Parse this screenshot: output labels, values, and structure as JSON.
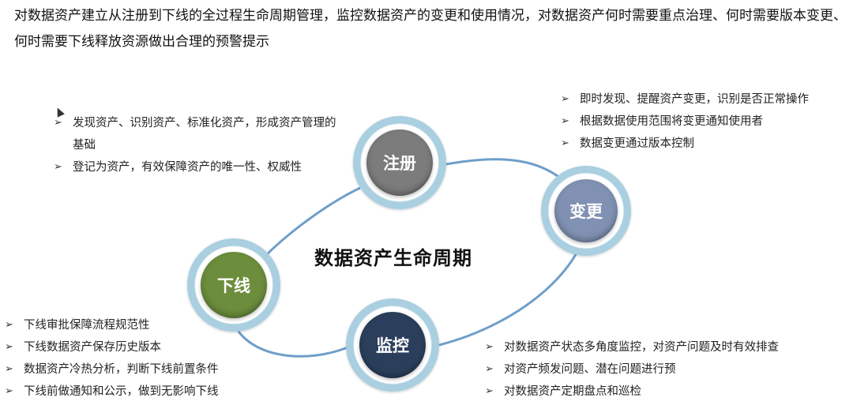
{
  "intro_text": "对数据资产建立从注册到下线的全过程生命周期管理，监控数据资产的变更和使用情况，对数据资产何时需要重点治理、何时需要版本变更、何时需要下线释放资源做出合理的预警提示",
  "center_title": "数据资产生命周期",
  "nodes": {
    "register": {
      "label": "注册",
      "color": "#7c7c7c"
    },
    "change": {
      "label": "变更",
      "color": "#8191b3"
    },
    "monitor": {
      "label": "监控",
      "color": "#2b3f5c"
    },
    "offline": {
      "label": "下线",
      "color": "#6c8d3c"
    }
  },
  "ring_color": "#a9cfe0",
  "connector_color": "#6f9fc9",
  "bullet_glyph": "➢",
  "groups": {
    "register": [
      "发现资产、识别资产、标准化资产，形成资产管理的基础",
      "登记为资产，有效保障资产的唯一性、权威性"
    ],
    "change": [
      "即时发现、提醒资产变更，识别是否正常操作",
      "根据数据使用范围将变更通知使用者",
      "数据变更通过版本控制"
    ],
    "offline": [
      "下线审批保障流程规范性",
      "下线数据资产保存历史版本",
      "数据资产冷热分析，判断下线前置条件",
      "下线前做通知和公示，做到无影响下线"
    ],
    "monitor": [
      "对数据资产状态多角度监控，对资产问题及时有效排查",
      "对资产频发问题、潜在问题进行预",
      "对数据资产定期盘点和巡检"
    ]
  }
}
